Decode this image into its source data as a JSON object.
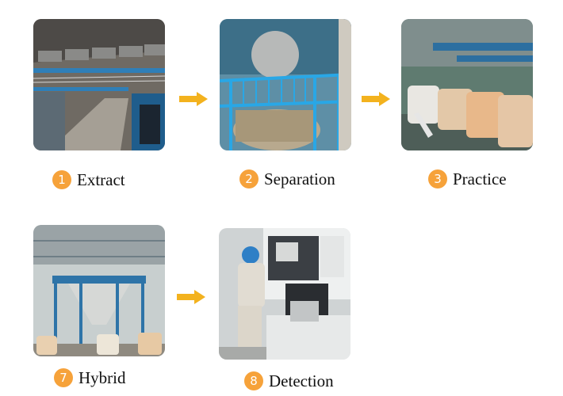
{
  "theme": {
    "accent": "#f6a23a",
    "arrow": "#f3b21e"
  },
  "steps": [
    {
      "id": "extract",
      "number": "1",
      "label": "Extract",
      "photo": "extraction-plant-photo"
    },
    {
      "id": "separation",
      "number": "2",
      "label": "Separation",
      "photo": "separation-equipment-photo"
    },
    {
      "id": "practice",
      "number": "3",
      "label": "Practice",
      "photo": "bagged-product-warehouse-photo"
    },
    {
      "id": "hybrid",
      "number": "7",
      "label": "Hybrid",
      "photo": "mixing-hopper-photo"
    },
    {
      "id": "detection",
      "number": "8",
      "label": "Detection",
      "photo": "lab-detection-photo"
    }
  ]
}
